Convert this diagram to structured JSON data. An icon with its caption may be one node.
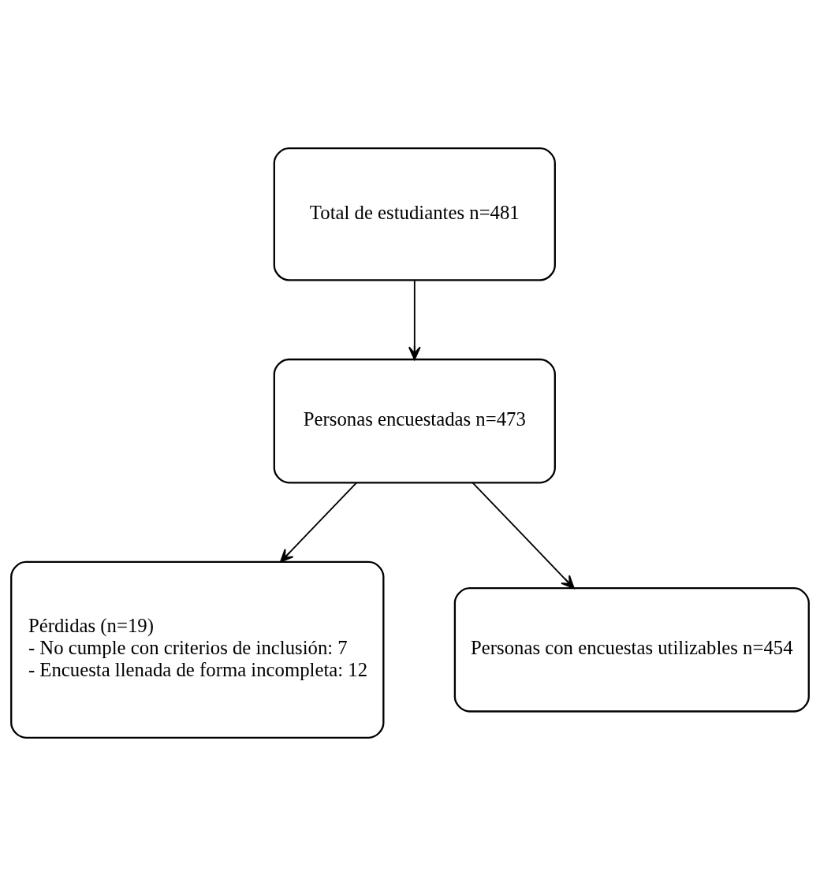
{
  "diagram": {
    "nodes": [
      {
        "text": [
          "Total de estudiantes n=481"
        ]
      },
      {
        "text": [
          "Personas encuestadas n=473"
        ]
      },
      {
        "text": [
          "Pérdidas (n=19)",
          "- No cumple con criterios de inclusión: 7",
          "- Encuesta llenada de forma incompleta: 12"
        ]
      },
      {
        "text": [
          "Personas con encuestas utilizables n=454"
        ]
      }
    ],
    "edges": [
      {
        "from": 0,
        "to": 1,
        "arrow": "to"
      },
      {
        "from": 1,
        "to": 2,
        "arrow": "to"
      },
      {
        "from": 1,
        "to": 3,
        "arrow": "to"
      }
    ]
  }
}
